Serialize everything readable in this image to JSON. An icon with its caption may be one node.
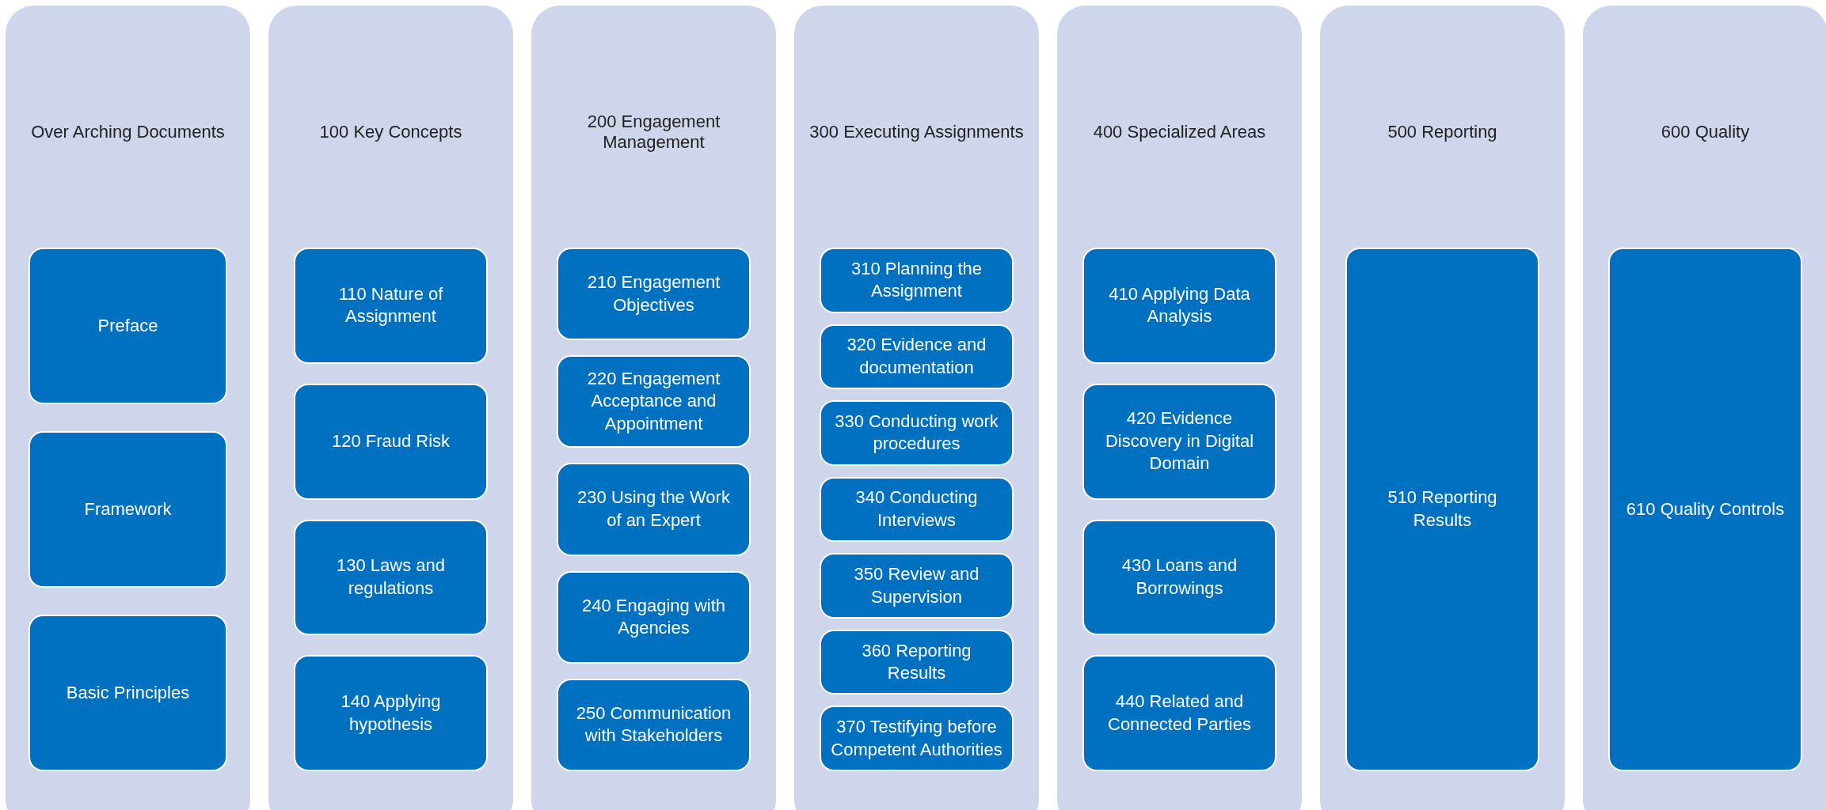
{
  "diagram": {
    "nodes": [
      {
        "text": [
          "Over Arching Documents"
        ]
      },
      {
        "text": [
          "Preface"
        ],
        "in": 0
      },
      {
        "text": [
          "Framework"
        ],
        "in": 0
      },
      {
        "text": [
          "Basic Principles"
        ],
        "in": 0
      },
      {
        "text": [
          "100 Key Concepts"
        ]
      },
      {
        "text": [
          "110 Nature of Assignment"
        ],
        "in": 4
      },
      {
        "text": [
          "120 Fraud Risk"
        ],
        "in": 4
      },
      {
        "text": [
          "130 Laws and regulations"
        ],
        "in": 4
      },
      {
        "text": [
          "140 Applying hypothesis"
        ],
        "in": 4
      },
      {
        "text": [
          "200 Engagement Management"
        ]
      },
      {
        "text": [
          "210 Engagement Objectives"
        ],
        "in": 9
      },
      {
        "text": [
          "220 Engagement Acceptance and Appointment"
        ],
        "in": 9
      },
      {
        "text": [
          "230 Using the Work of an Expert"
        ],
        "in": 9
      },
      {
        "text": [
          "240 Engaging with Agencies"
        ],
        "in": 9
      },
      {
        "text": [
          "250 Communication with Stakeholders"
        ],
        "in": 9
      },
      {
        "text": [
          "300 Executing Assignments"
        ]
      },
      {
        "text": [
          "310 Planning the Assignment"
        ],
        "in": 15
      },
      {
        "text": [
          "320 Evidence and documentation"
        ],
        "in": 15
      },
      {
        "text": [
          "330 Conducting work procedures"
        ],
        "in": 15
      },
      {
        "text": [
          "340 Conducting Interviews"
        ],
        "in": 15
      },
      {
        "text": [
          "350 Review and Supervision"
        ],
        "in": 15
      },
      {
        "text": [
          "360 Reporting Results"
        ],
        "in": 15
      },
      {
        "text": [
          "370 Testifying before Competent Authorities"
        ],
        "in": 15
      },
      {
        "text": [
          "400 Specialized Areas"
        ]
      },
      {
        "text": [
          "410 Applying Data Analysis"
        ],
        "in": 23
      },
      {
        "text": [
          "420 Evidence Discovery in Digital Domain"
        ],
        "in": 23
      },
      {
        "text": [
          "430 Loans and Borrowings"
        ],
        "in": 23
      },
      {
        "text": [
          "440 Related and Connected Parties"
        ],
        "in": 23
      },
      {
        "text": [
          "500 Reporting"
        ]
      },
      {
        "text": [
          "510 Reporting Results"
        ],
        "in": 28
      },
      {
        "text": [
          "600 Quality"
        ]
      },
      {
        "text": [
          "610 Quality Controls"
        ],
        "in": 30
      }
    ]
  }
}
